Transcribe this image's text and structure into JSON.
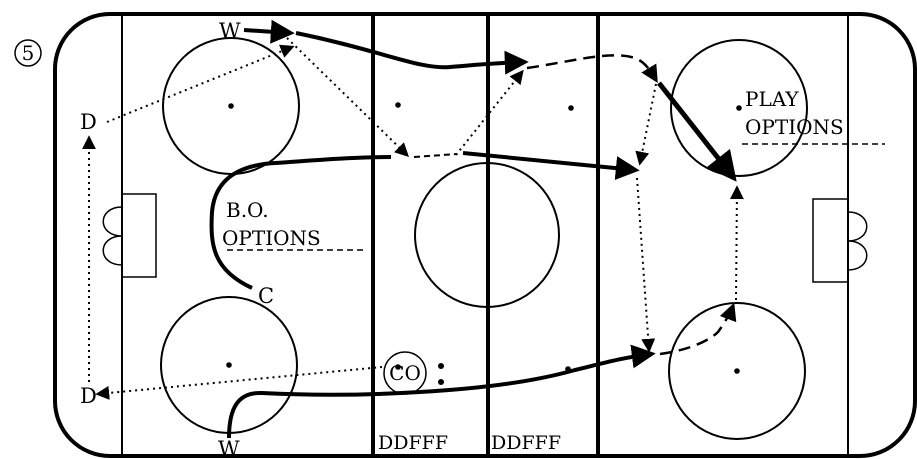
{
  "drill_number": "5",
  "players": {
    "w_top": "W",
    "w_bottom": "W",
    "d_top": "D",
    "d_bottom": "D",
    "c": "C",
    "co": "CO"
  },
  "notes": {
    "bo_line1": "B.O.",
    "bo_line2": "OPTIONS",
    "play_line1": "PLAY",
    "play_line2": "OPTIONS"
  },
  "zone_labels": {
    "left": "DDFFF",
    "right": "DDFFF"
  },
  "colors": {
    "ink": "#000000",
    "background": "#ffffff"
  }
}
